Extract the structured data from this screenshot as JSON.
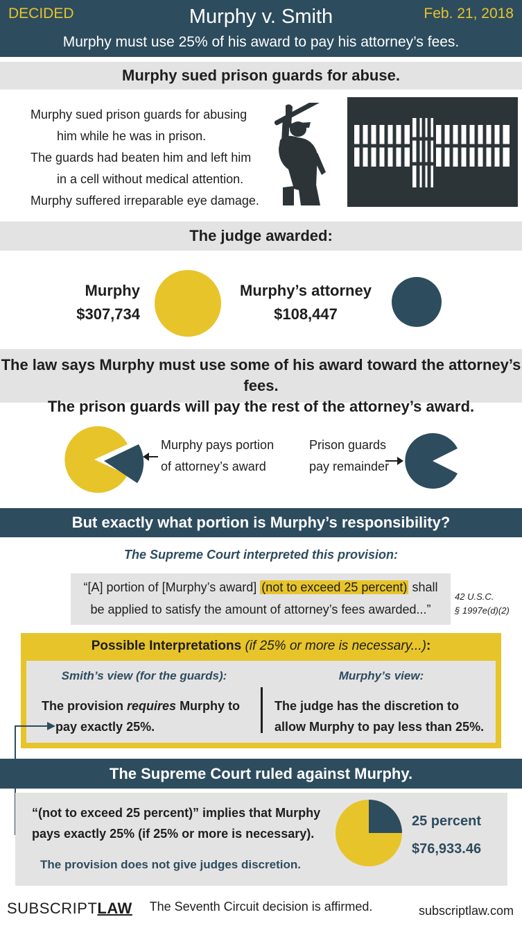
{
  "header": {
    "status": "DECIDED",
    "title": "Murphy v. Smith",
    "date": "Feb. 21, 2018",
    "subtitle": "Murphy must use 25% of his award to pay his attorney’s fees."
  },
  "section1": {
    "heading": "Murphy sued prison guards for abuse.",
    "lines": [
      "Murphy sued prison guards for abusing",
      "him while he was in prison.",
      "The guards had beaten him and left him",
      "in a cell without medical attention.",
      "Murphy suffered irreparable eye damage."
    ]
  },
  "section2": {
    "heading": "The judge awarded:",
    "murphy_label": "Murphy",
    "murphy_amount": "$307,734",
    "attorney_label": "Murphy’s attorney",
    "attorney_amount": "$108,447"
  },
  "section3": {
    "line1": "The law says Murphy must use some of his award toward the attorney’s fees.",
    "line2": "The prison guards will pay the rest of the attorney’s award.",
    "left_caption_1": "Murphy pays portion",
    "left_caption_2": "of attorney’s award",
    "right_caption_1": "Prison guards",
    "right_caption_2": "pay remainder"
  },
  "section4": {
    "heading": "But exactly what portion is Murphy’s responsibility?",
    "interpreted": "The Supreme Court interpreted this provision:",
    "quote_pre": "“[A] portion of [Murphy’s award] ",
    "quote_highlight": "(not to exceed 25 percent)",
    "quote_post": " shall",
    "quote_line2": "be applied to satisfy the amount of attorney’s fees awarded...”",
    "citation_1": "42 U.S.C.",
    "citation_2": "§ 1997e(d)(2)"
  },
  "interpretations": {
    "title": "Possible Interpretations",
    "title_note": "(if 25% or more is necessary...)",
    "title_colon": ":",
    "smith_head": "Smith’s view (for the guards):",
    "smith_pre": "The provision ",
    "smith_em": "requires",
    "smith_post": " Murphy to",
    "smith_line2": "pay exactly 25%.",
    "murphy_head": "Murphy’s view:",
    "murphy_line1": "The judge has the discretion to",
    "murphy_line2": "allow Murphy to pay less than 25%."
  },
  "ruling": {
    "heading": "The Supreme Court ruled against Murphy.",
    "line1": "“(not to exceed 25 percent)” implies that Murphy",
    "line2": "pays exactly 25% (if 25% or more is necessary).",
    "discretion": "The provision does not give judges discretion.",
    "pie_label": "25 percent",
    "pie_value": "$76,933.46",
    "pie_fraction": 0.25
  },
  "footer": {
    "brand_left": "SUBSCRIPT",
    "brand_right": "LAW",
    "affirmed": "The Seventh Circuit decision is affirmed.",
    "site": "subscriptlaw.com"
  },
  "colors": {
    "navy": "#2d4c5e",
    "yellow": "#e7c42a",
    "gray": "#e4e3e4"
  }
}
